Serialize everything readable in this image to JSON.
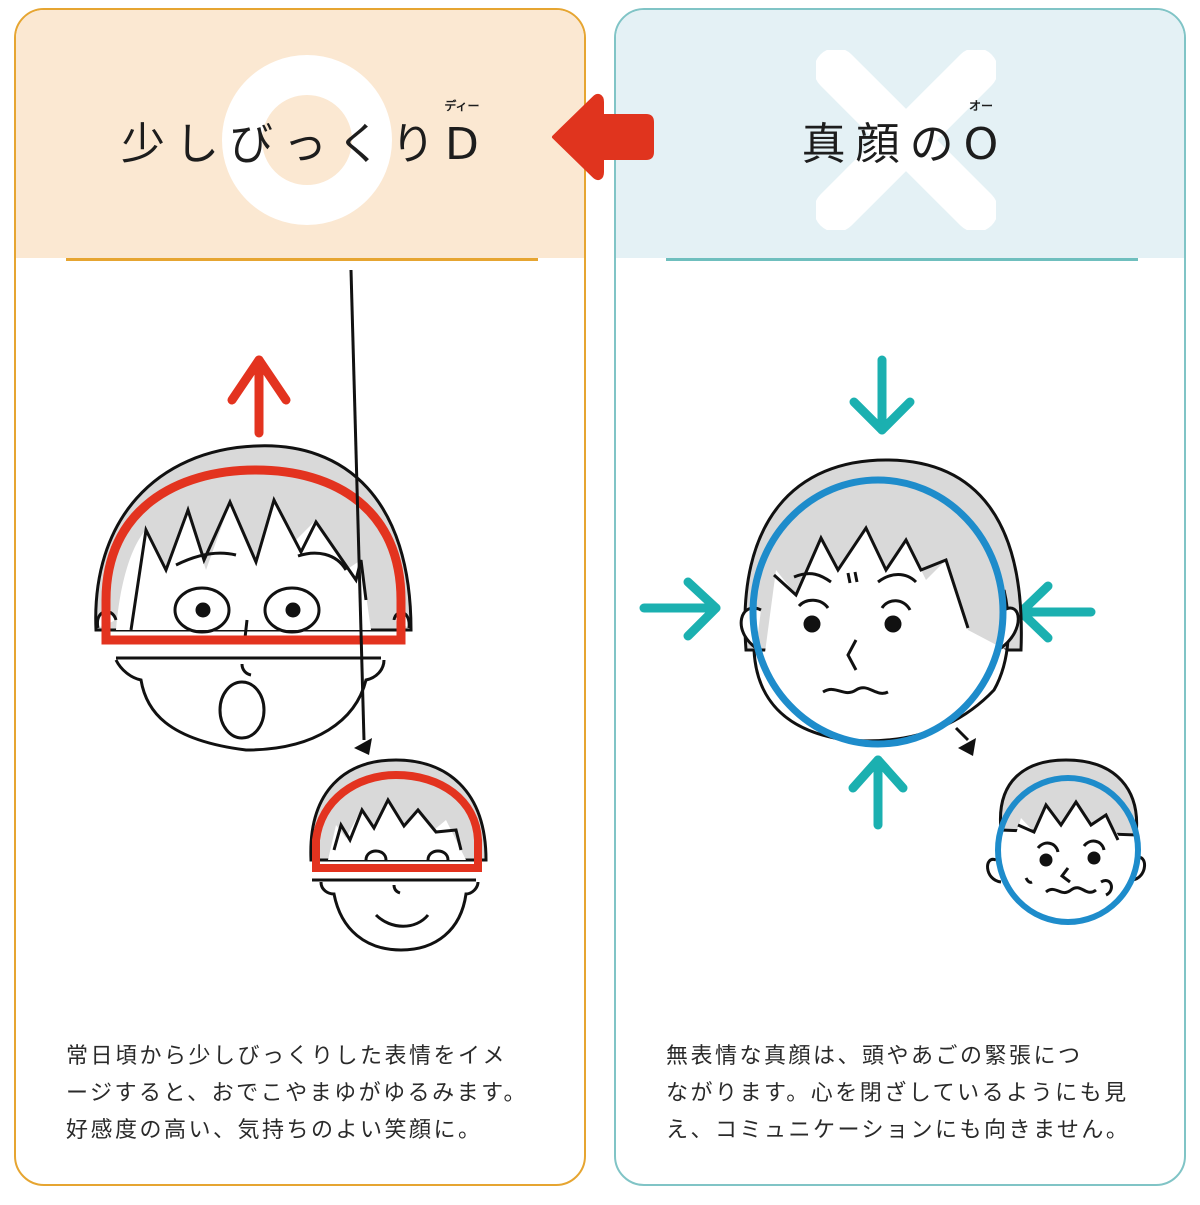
{
  "colors": {
    "good_border": "#E6A531",
    "good_header_bg": "#FBE8D2",
    "bad_border": "#80C4C6",
    "bad_header_bg": "#E4F1F5",
    "arrow_red": "#E0341E",
    "good_outline_red": "#E3331F",
    "bad_outline_blue": "#1E8CCB",
    "bad_arrows_teal": "#1BB0B0",
    "hair_gray": "#D8D8D8"
  },
  "good_panel": {
    "mark": "circle-good-mark",
    "title_prefix": "少しびっくり",
    "title_letter": "D",
    "title_ruby": "ディー",
    "description_lines": [
      "常日頃から少しびっくりした表情をイメ",
      "ージすると、おでこやまゆがゆるみます。",
      "好感度の高い、気持ちのよい笑顔に。"
    ]
  },
  "bad_panel": {
    "mark": "cross-bad-mark",
    "title_prefix": "真顔の",
    "title_letter": "O",
    "title_ruby": "オー",
    "description_lines": [
      "無表情な真顔は、頭やあごの緊張につ",
      "ながります。心を閉ざしているようにも見",
      "え、コミュニケーションにも向きません。"
    ]
  },
  "transition_arrow": "arrow-left"
}
